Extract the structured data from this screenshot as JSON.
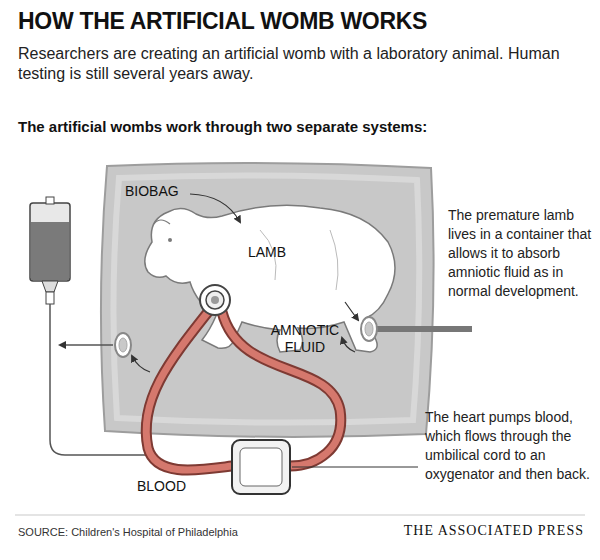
{
  "diagram": {
    "title": "HOW THE ARTIFICIAL WOMB WORKS",
    "caption": "Researchers are creating an artificial womb with a laboratory animal. Human testing is still several years away.",
    "nodes": [
      {
        "text": [
          "BIOBAG",
          "AMNIOTIC FLUID"
        ]
      },
      {
        "text": [
          "LAMB"
        ],
        "in": 0
      }
    ],
    "labels": [
      "The artificial wombs work through two separate systems:",
      "The premature lamb lives in a container that allows it to absorb amniotic fluid as in normal development.",
      "The heart pumps blood, which flows through the umbilical cord to an oxygenator and then back.",
      "BLOOD",
      "SOURCE: Children's Hospital of Philadelphia",
      "THE ASSOCIATED PRESS"
    ]
  }
}
